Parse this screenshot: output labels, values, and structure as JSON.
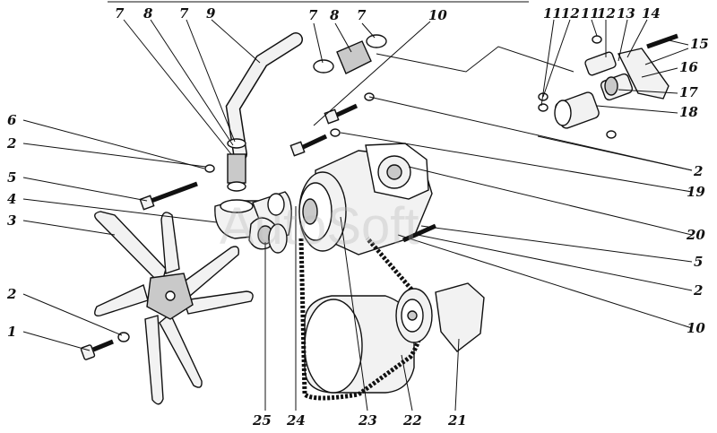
{
  "callouts": {
    "c1": "1",
    "c2a": "2",
    "c2b": "2",
    "c2c": "2",
    "c2d": "2",
    "c3": "3",
    "c4": "4",
    "c5a": "5",
    "c5b": "5",
    "c6": "6",
    "c7a": "7",
    "c7b": "7",
    "c7c": "7",
    "c7d": "7",
    "c8a": "8",
    "c8b": "8",
    "c9": "9",
    "c10a": "10",
    "c10b": "10",
    "c11a": "11",
    "c11b": "11",
    "c12a": "12",
    "c12b": "12",
    "c13": "13",
    "c14": "14",
    "c15": "15",
    "c16": "16",
    "c17": "17",
    "c18": "18",
    "c19": "19",
    "c20": "20",
    "c21": "21",
    "c22": "22",
    "c23": "23",
    "c24": "24",
    "c25": "25"
  },
  "watermark": "AutoSoft",
  "colors": {
    "ink": "#111111",
    "paper": "#ffffff",
    "watermark": "#b8b8b8"
  }
}
